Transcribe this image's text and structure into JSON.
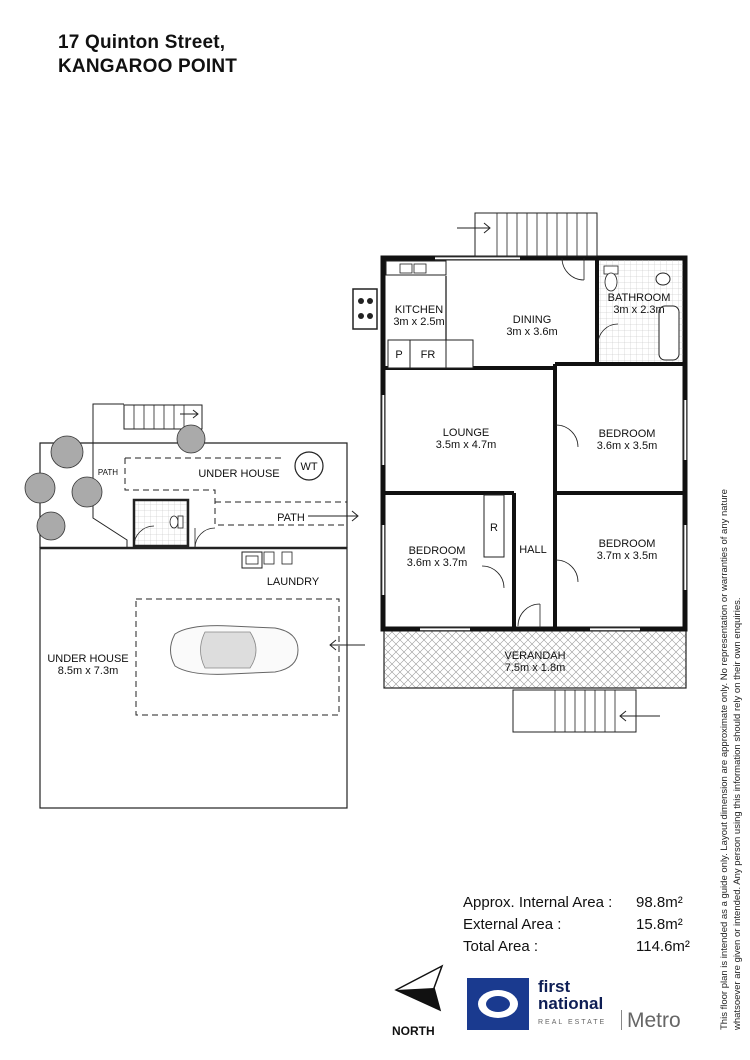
{
  "header": {
    "address_line1": "17 Quinton Street,",
    "address_line2": "KANGAROO POINT"
  },
  "rooms": {
    "kitchen": {
      "name": "KITCHEN",
      "size": "3m x 2.5m"
    },
    "dining": {
      "name": "DINING",
      "size": "3m x 3.6m"
    },
    "bathroom": {
      "name": "BATHROOM",
      "size": "3m x 2.3m"
    },
    "lounge": {
      "name": "LOUNGE",
      "size": "3.5m x 4.7m"
    },
    "bedroom1": {
      "name": "BEDROOM",
      "size": "3.6m x 3.5m"
    },
    "bedroom2": {
      "name": "BEDROOM",
      "size": "3.7m x 3.5m"
    },
    "bedroom3": {
      "name": "BEDROOM",
      "size": "3.6m x 3.7m"
    },
    "hall": {
      "name": "HALL"
    },
    "verandah": {
      "name": "VERANDAH",
      "size": "7.5m x 1.8m"
    },
    "under_house_main": {
      "name": "UNDER HOUSE",
      "size": "8.5m x 7.3m"
    },
    "under_house_top": {
      "name": "UNDER HOUSE"
    },
    "laundry": {
      "name": "LAUNDRY"
    },
    "path_main": {
      "name": "PATH"
    },
    "path_small": {
      "name": "PATH"
    }
  },
  "fixtures": {
    "pantry": "P",
    "fridge": "FR",
    "robe": "R",
    "water_tank": "WT"
  },
  "areas": [
    {
      "label": "Approx. Internal Area :",
      "value": "98.8m²"
    },
    {
      "label": "External Area :",
      "value": "15.8m²"
    },
    {
      "label": "Total Area :",
      "value": "114.6m²"
    }
  ],
  "north_label": "NORTH",
  "brand": {
    "line1": "first",
    "line2": "national",
    "tagline": "REAL ESTATE",
    "office": "Metro",
    "accent_color": "#1a3a8f"
  },
  "disclaimer": "This floor plan is intended as a guide only. Layout dimension are approximate only. No representation or warranties of any nature whatsoever are given or intended. Any person using this information should rely on their own enquiries."
}
